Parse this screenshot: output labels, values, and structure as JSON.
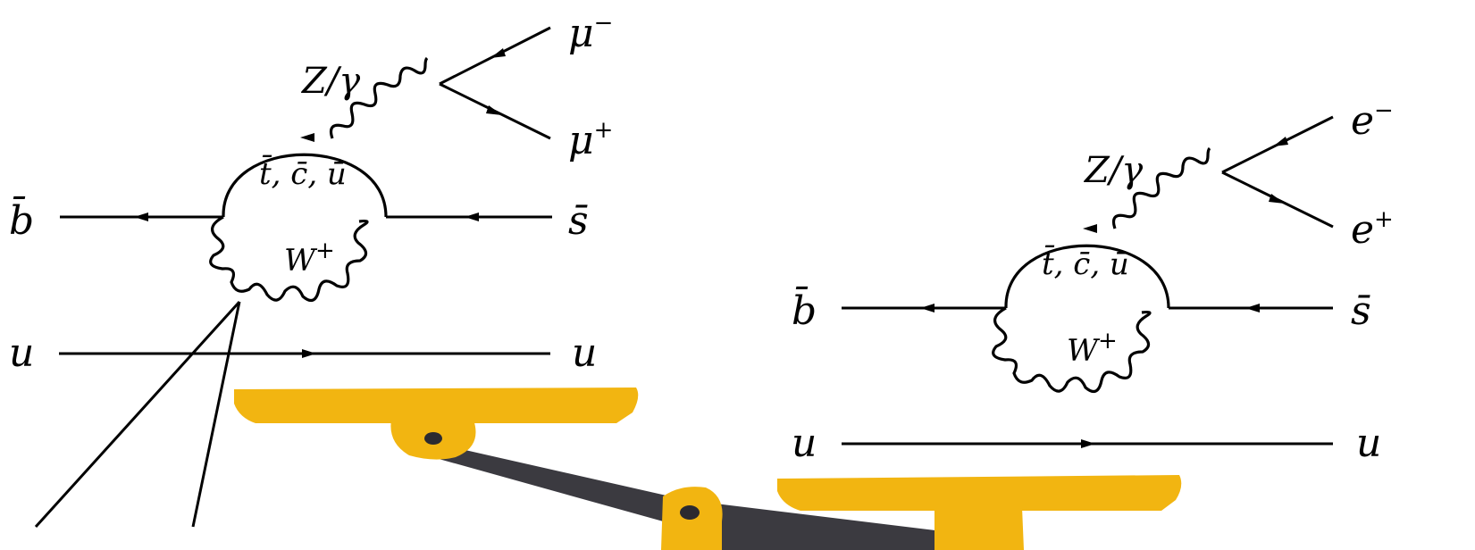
{
  "diagram": {
    "left": {
      "initial_antiquark": "b̄",
      "final_antiquark": "s̄",
      "spectator_in": "u",
      "spectator_out": "u",
      "boson_label": "Z/γ",
      "loop_quarks": "t̄, c̄, ū",
      "w_label": "W",
      "w_charge": "+",
      "lepton_minus": "μ",
      "lepton_minus_charge": "−",
      "lepton_plus": "μ",
      "lepton_plus_charge": "+"
    },
    "right": {
      "initial_antiquark": "b̄",
      "final_antiquark": "s̄",
      "spectator_in": "u",
      "spectator_out": "u",
      "boson_label": "Z/γ",
      "loop_quarks": "t̄, c̄, ū",
      "w_label": "W",
      "w_charge": "+",
      "lepton_minus": "e",
      "lepton_minus_charge": "−",
      "lepton_plus": "e",
      "lepton_plus_charge": "+"
    }
  },
  "colors": {
    "plank": "#f2b511",
    "beam": "#3b3a40",
    "ink": "#000000"
  }
}
